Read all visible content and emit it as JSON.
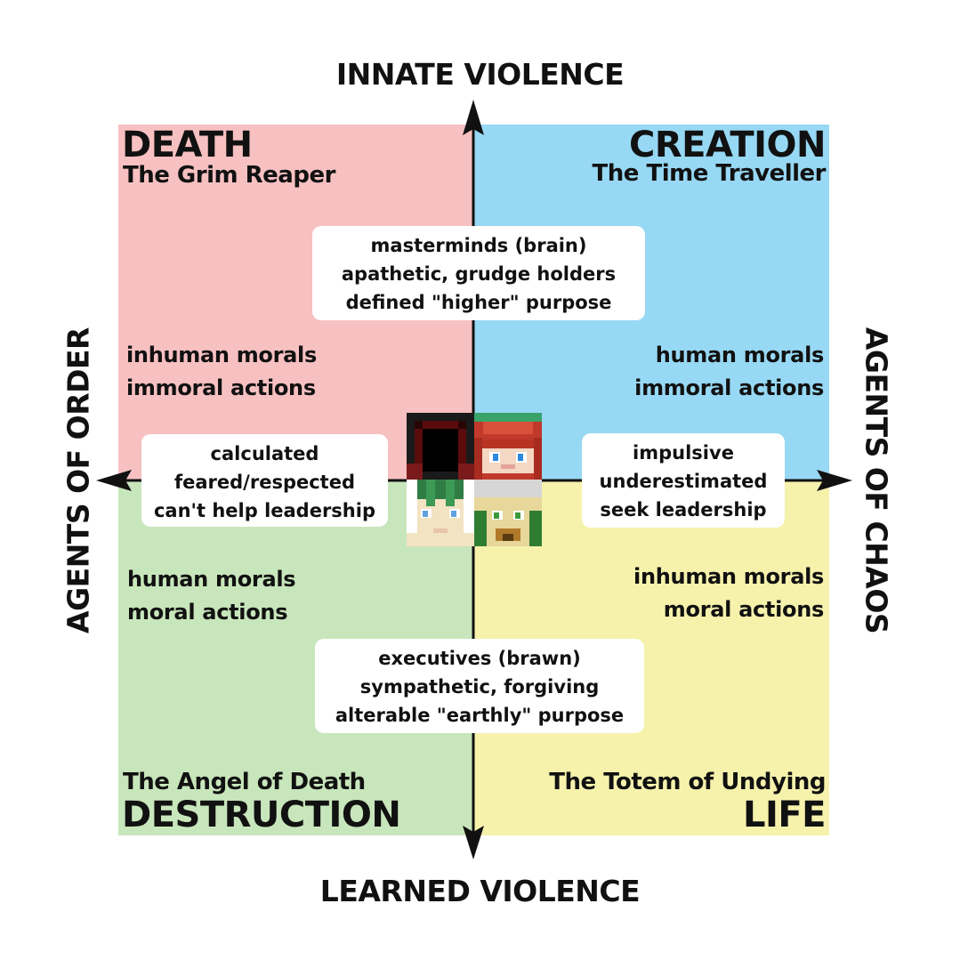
{
  "colors": {
    "death": "#f7c0c1",
    "creation": "#97d8f4",
    "destruction": "#c8e6bb",
    "life": "#f6f2ac",
    "axis": "#111111",
    "label_box": "#ffffff"
  },
  "axes": {
    "top": "INNATE VIOLENCE",
    "bottom": "LEARNED VIOLENCE",
    "left": "AGENTS OF ORDER",
    "right": "AGENTS OF CHAOS"
  },
  "quadrants": {
    "top_left": {
      "title": "DEATH",
      "subtitle": "The Grim Reaper",
      "lines": [
        "inhuman morals",
        "immoral actions"
      ]
    },
    "top_right": {
      "title": "CREATION",
      "subtitle": "The Time Traveller",
      "lines": [
        "human morals",
        "immoral actions"
      ]
    },
    "bottom_left": {
      "title": "DESTRUCTION",
      "subtitle": "The Angel of Death",
      "lines": [
        "human morals",
        "moral actions"
      ]
    },
    "bottom_right": {
      "title": "LIFE",
      "subtitle": "The Totem of Undying",
      "lines": [
        "inhuman morals",
        "moral actions"
      ]
    }
  },
  "boxes": {
    "top": [
      "masterminds (brain)",
      "apathetic, grudge holders",
      "defined \"higher\" purpose"
    ],
    "bottom": [
      "executives (brawn)",
      "sympathetic, forgiving",
      "alterable \"earthly\" purpose"
    ],
    "left": [
      "calculated",
      "feared/respected",
      "can't help leadership"
    ],
    "right": [
      "impulsive",
      "underestimated",
      "seek leadership"
    ]
  },
  "avatars": [
    "hooded-figure-avatar",
    "red-haired-avatar",
    "green-haired-avatar",
    "blonde-haired-avatar"
  ]
}
